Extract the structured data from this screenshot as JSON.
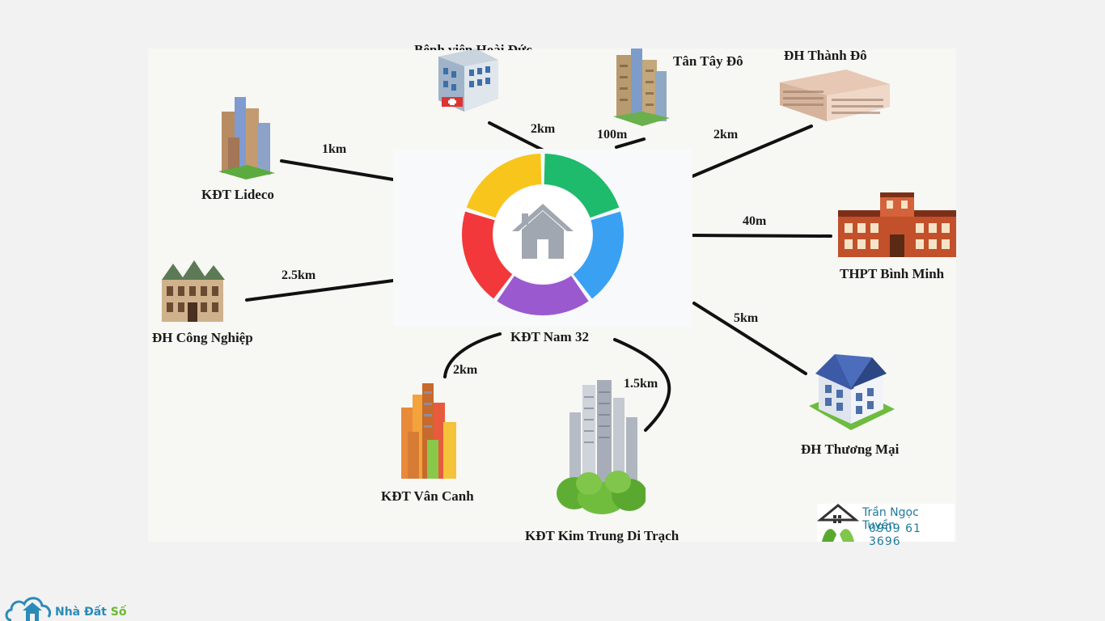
{
  "center": {
    "label": "KĐT Nam 32",
    "icon": "house-icon"
  },
  "nodes": [
    {
      "id": "benh-vien",
      "label": "Bệnh viện Hoài Đức",
      "distance": "2km"
    },
    {
      "id": "tan-tay-do",
      "label": "Tân Tây Đô",
      "distance": "100m"
    },
    {
      "id": "dh-thanh-do",
      "label": "ĐH Thành Đô",
      "distance": "2km"
    },
    {
      "id": "kdt-lideco",
      "label": "KĐT Lideco",
      "distance": "1km"
    },
    {
      "id": "thpt-binh-minh",
      "label": "THPT Bình Minh",
      "distance": "40m"
    },
    {
      "id": "dh-cong-nghiep",
      "label": "ĐH Công Nghiệp",
      "distance": "2.5km"
    },
    {
      "id": "dh-thuong-mai",
      "label": "ĐH Thương Mại",
      "distance": "5km"
    },
    {
      "id": "kdt-van-canh",
      "label": "KĐT Vân Canh",
      "distance": "2km"
    },
    {
      "id": "kdt-kim-trung",
      "label": "KĐT Kim Trung Di Trạch",
      "distance": "1.5km"
    }
  ],
  "ring_colors": [
    "#1dbb6b",
    "#3aa0f2",
    "#9b59d0",
    "#f2383a",
    "#f8c51c"
  ],
  "contact": {
    "name": "Trần Ngọc Tuyền",
    "phone": "0909 61 3696"
  },
  "footer": {
    "brand_main": "Nhà Đất ",
    "brand_accent": "Số"
  }
}
